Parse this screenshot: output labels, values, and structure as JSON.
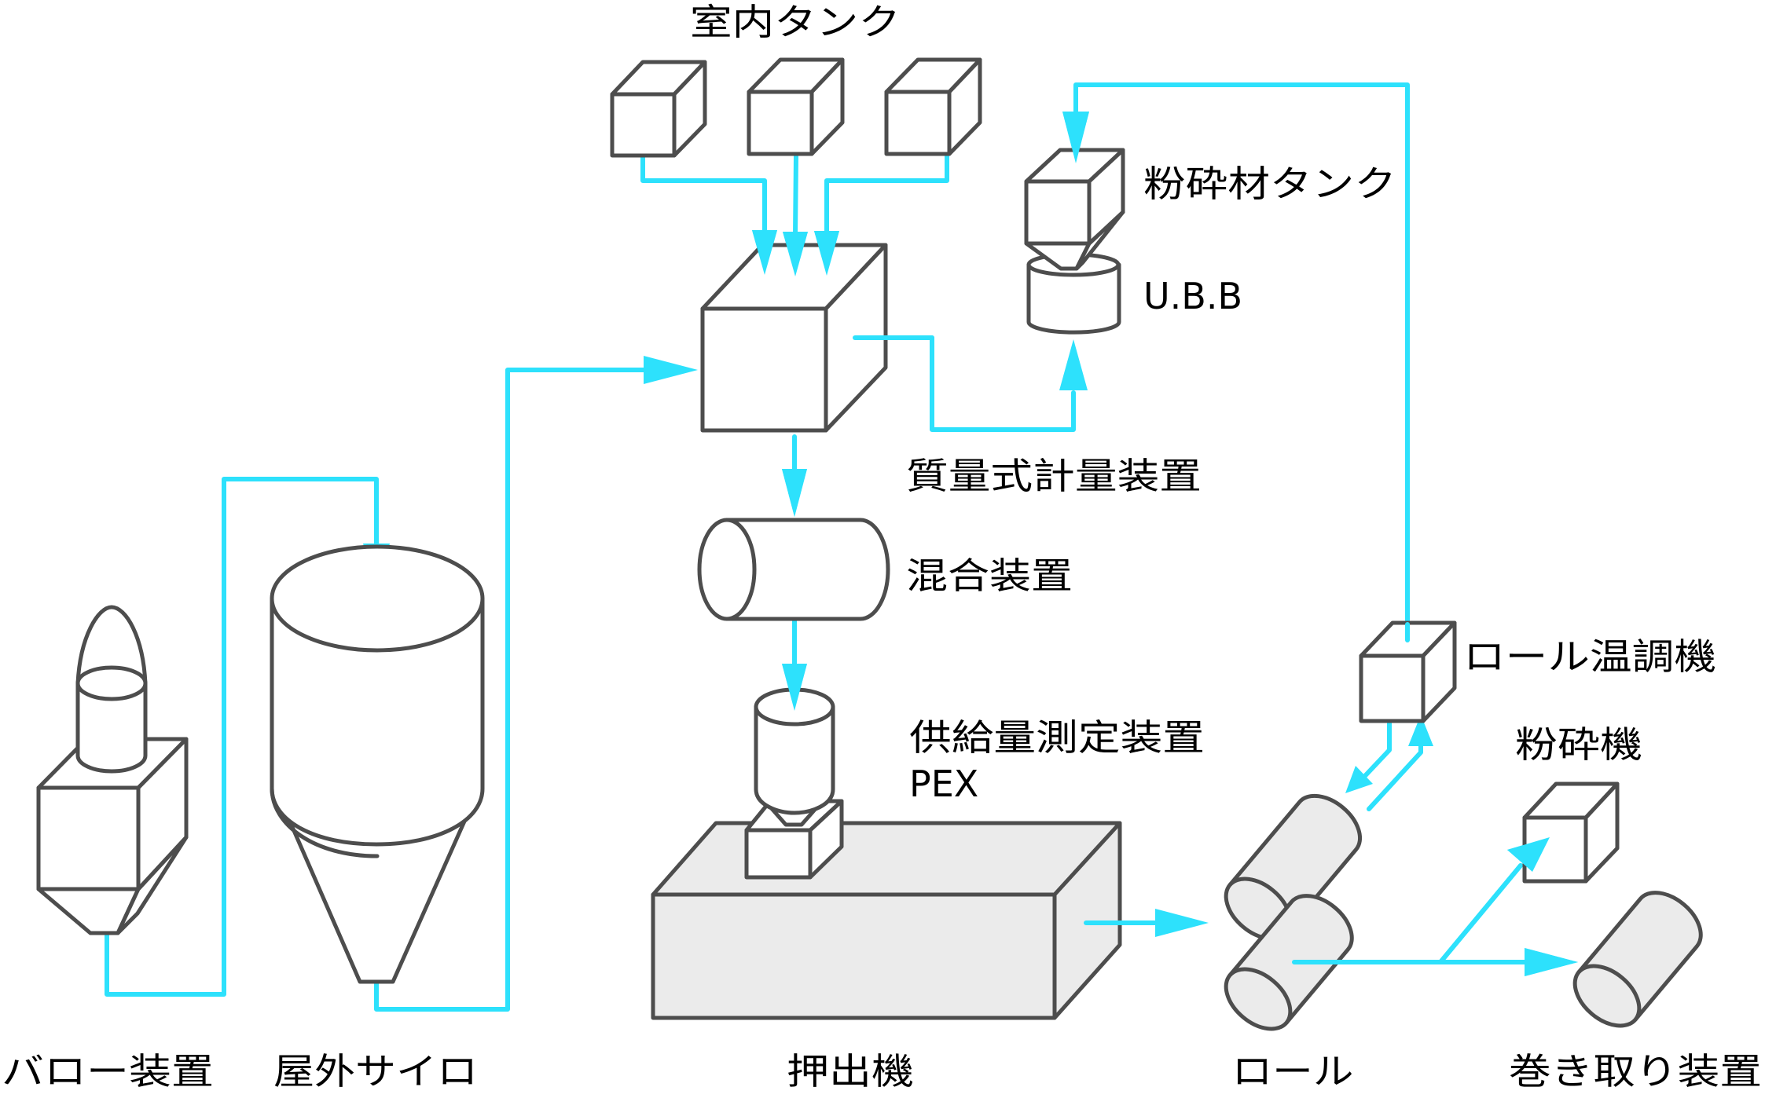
{
  "colors": {
    "flow": "#2de1fc",
    "outline": "#4d4d4d",
    "machine_fill": "#ebebeb",
    "text": "#000000"
  },
  "labels": {
    "indoor_tanks": "室内タンク",
    "regrind_tank": "粉砕材タンク",
    "ubb": "U.B.B",
    "gravimetric_dosing": "質量式計量装置",
    "mixer": "混合装置",
    "feed_measurement": "供給量測定装置",
    "pex": "PEX",
    "barrow": "バロー装置",
    "outdoor_silo": "屋外サイロ",
    "extruder": "押出機",
    "roll": "ロール",
    "roll_temp_controller": "ロール温調機",
    "crusher": "粉砕機",
    "winder": "巻き取り装置"
  }
}
